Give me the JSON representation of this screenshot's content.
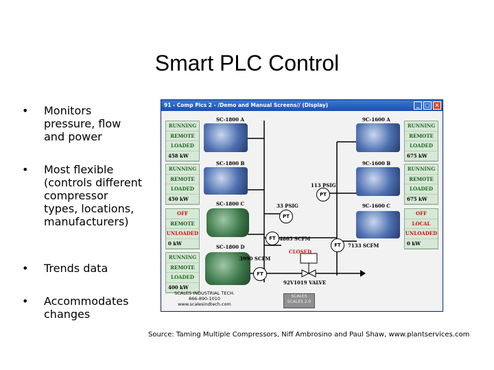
{
  "title": "Smart PLC Control",
  "bullets": [
    {
      "text": "Monitors pressure, flow and power"
    },
    {
      "text": "Most flexible (controls different compressor types, locations, manufacturers)"
    },
    {
      "text": "Trends data"
    },
    {
      "text": "Accommodates changes"
    }
  ],
  "bullet_symbol": "•",
  "source": "Source: Taming Multiple Compressors, Niff Ambrosino and Paul Shaw, www.plantservices.com",
  "screenshot": {
    "window_title": "91 - Comp Pics 2 - /Demo and Manual Screens// (Display)",
    "left_units": [
      {
        "name": "SC-1800 A",
        "status": "RUNNING",
        "mode": "REMOTE",
        "load": "LOADED",
        "kw": "458 kW"
      },
      {
        "name": "SC-1800 B",
        "status": "RUNNING",
        "mode": "REMOTE",
        "load": "LOADED",
        "kw": "450 kW"
      },
      {
        "name": "SC-1800 C",
        "status": "OFF",
        "mode": "REMOTE",
        "load": "UNLOADED",
        "kw": "0 kW"
      },
      {
        "name": "SC-1800 D",
        "status": "RUNNING",
        "mode": "REMOTE",
        "load": "LOADED",
        "kw": "400 kW"
      }
    ],
    "right_units": [
      {
        "name": "9C-1600 A",
        "status": "RUNNING",
        "mode": "REMOTE",
        "load": "LOADED",
        "kw": "675 kW"
      },
      {
        "name": "9C-1600 B",
        "status": "RUNNING",
        "mode": "REMOTE",
        "load": "LOADED",
        "kw": "675 kW"
      },
      {
        "name": "9C-1600 C",
        "status": "OFF",
        "mode": "LOCAL",
        "load": "UNLOADED",
        "kw": "0 kW"
      }
    ],
    "readings": {
      "psig_right": "113 PSIG",
      "psig_mid": "33 PSIG",
      "flow_mid": "4865 SCFM",
      "flow_right": "7133 SCFM",
      "flow_bottom": "3990 SCFM",
      "valve_state": "CLOSED",
      "valve_label": "92V1019 VALVE"
    },
    "instruments": {
      "pt": "PT",
      "ft": "FT"
    },
    "company": {
      "name": "SCALES INDUSTRIAL TECH.",
      "phone": "866-890-1010",
      "web": "www.scalesindtech.com"
    },
    "gray_box": [
      "SCALES",
      "SCALES 2.0"
    ],
    "colors": {
      "panel_bg": "#d6e8d6",
      "off_text": "#cc1111",
      "title_bar": "#1c4fb0"
    }
  }
}
